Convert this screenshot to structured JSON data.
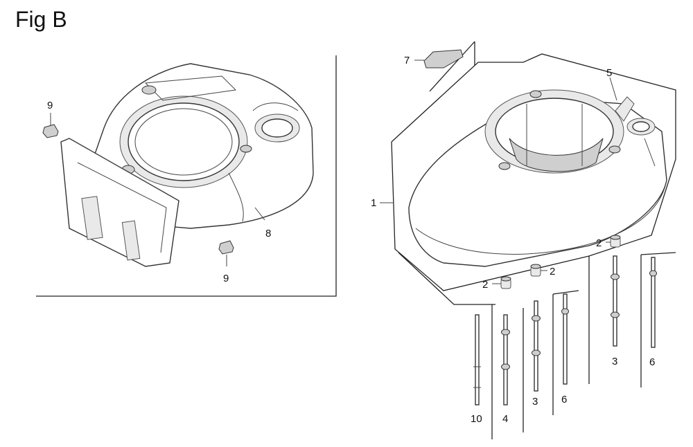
{
  "figure": {
    "title": "Fig B"
  },
  "callouts": {
    "c1": "1",
    "c2a": "2",
    "c2b": "2",
    "c2c": "2",
    "c3a": "3",
    "c3b": "3",
    "c4": "4",
    "c5": "5",
    "c6a": "6",
    "c6b": "6",
    "c7": "7",
    "c8": "8",
    "c9a": "9",
    "c9b": "9",
    "c10": "10"
  }
}
